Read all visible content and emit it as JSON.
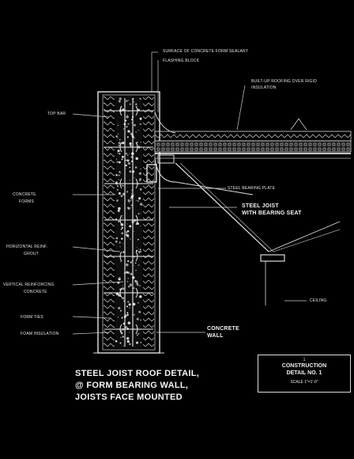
{
  "diagram": {
    "title_lines": [
      "STEEL JOIST ROOF DETAIL,",
      "@ FORM BEARING WALL,",
      "JOISTS FACE MOUNTED"
    ],
    "title_block": {
      "number": "1",
      "line1": "CONSTRUCTION",
      "line2": "DETAIL NO. 1",
      "line3": "SCALE 1\"=1'-0\""
    },
    "labels": {
      "top_1": "SURFACE OF CONCRETE FORM SEALANT",
      "top_2": "FLASHING BLOCK",
      "roof_1": "BUILT-UP ROOFING OVER RIGID",
      "roof_2": "INSULATION",
      "left_1": "TOP BAR",
      "left_2a": "CONCRETE",
      "left_2b": "FORMS",
      "left_3a": "HORIZONTAL REINF.",
      "left_3b": "GROUT",
      "left_4a": "VERTICAL REINFORCING",
      "left_4b": "CONCRETE",
      "left_5": "FORM TIES",
      "left_6": "FOAM INSULATION",
      "mid_1": "STEEL BEARING PLATE",
      "mid_2a": "STEEL JOIST",
      "mid_2b": "WITH BEARING SEAT",
      "right_1": "CEILING",
      "bottom_1a": "CONCRETE",
      "bottom_1b": "WALL"
    }
  }
}
